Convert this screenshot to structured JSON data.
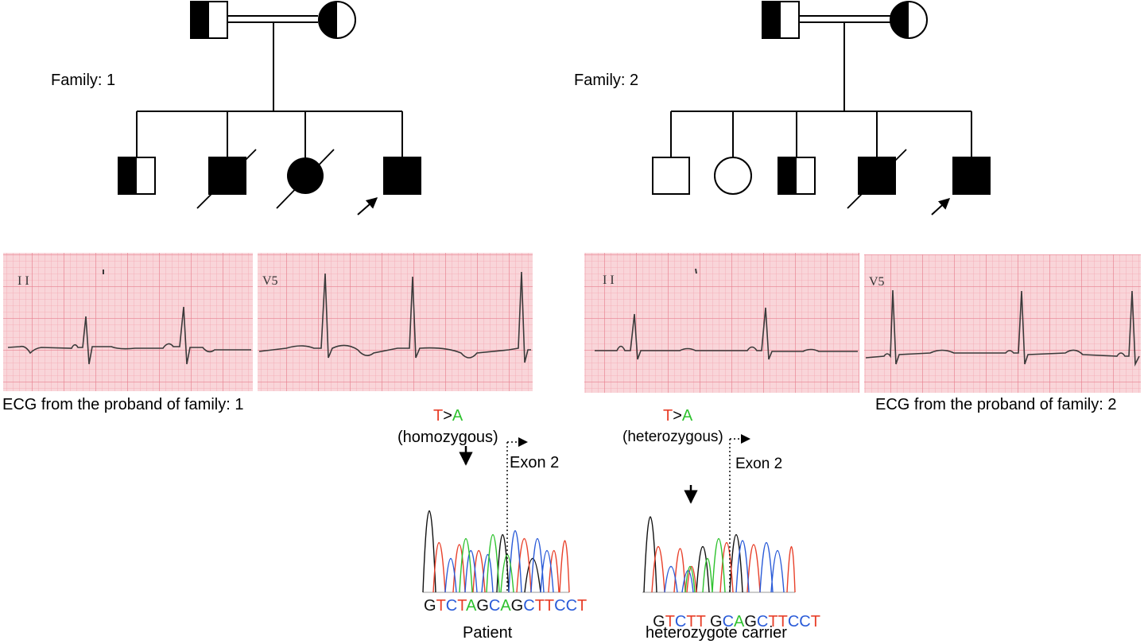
{
  "colors": {
    "ecg_bg": "#f9d5d9",
    "ecg_grid_minor": "#f3a6b1",
    "ecg_grid_major": "#e7808f",
    "trace": "#3a3a3a",
    "base_T": "#e8402a",
    "base_A": "#2ec22e",
    "base_C": "#2a5bd8",
    "base_G": "#111111"
  },
  "families": [
    {
      "label": "Family: 1",
      "parents": [
        {
          "sex": "male",
          "status": "carrier"
        },
        {
          "sex": "female",
          "status": "carrier"
        }
      ],
      "children": [
        {
          "sex": "male",
          "status": "carrier",
          "deceased": false,
          "proband": false
        },
        {
          "sex": "male",
          "status": "affected",
          "deceased": true,
          "proband": false
        },
        {
          "sex": "female",
          "status": "affected",
          "deceased": true,
          "proband": false
        },
        {
          "sex": "male",
          "status": "affected",
          "deceased": false,
          "proband": true
        }
      ],
      "ecg_caption": "ECG from the proband of family: 1",
      "ecg_leads": [
        "I I",
        "V5"
      ],
      "mutation_from": "T",
      "mutation_sep": ">",
      "mutation_to": "A",
      "zygosity": "(homozygous)",
      "exon_label": "Exon 2",
      "sequence": [
        "G",
        "T",
        "C",
        "T",
        "A",
        "G",
        "C",
        "A",
        "G",
        "C",
        "T",
        "T",
        "C",
        "C",
        "T"
      ],
      "sample_label": "Patient"
    },
    {
      "label": "Family: 2",
      "parents": [
        {
          "sex": "male",
          "status": "carrier"
        },
        {
          "sex": "female",
          "status": "carrier"
        }
      ],
      "children": [
        {
          "sex": "male",
          "status": "unaffected",
          "deceased": false,
          "proband": false
        },
        {
          "sex": "female",
          "status": "unaffected",
          "deceased": false,
          "proband": false
        },
        {
          "sex": "male",
          "status": "carrier",
          "deceased": false,
          "proband": false
        },
        {
          "sex": "male",
          "status": "affected",
          "deceased": true,
          "proband": false
        },
        {
          "sex": "male",
          "status": "affected",
          "deceased": false,
          "proband": true
        }
      ],
      "ecg_caption": "ECG from the proband of family: 2",
      "ecg_leads": [
        "I I",
        "V5"
      ],
      "mutation_from": "T",
      "mutation_sep": ">",
      "mutation_to": "A",
      "zygosity": "(heterozygous)",
      "exon_label": "Exon 2",
      "sequence": [
        "G",
        "T",
        "C",
        "T",
        "T",
        " ",
        "G",
        "C",
        "A",
        "G",
        "C",
        "T",
        "T",
        "C",
        "C",
        "T"
      ],
      "sample_label": "heterozygote carrier"
    }
  ]
}
